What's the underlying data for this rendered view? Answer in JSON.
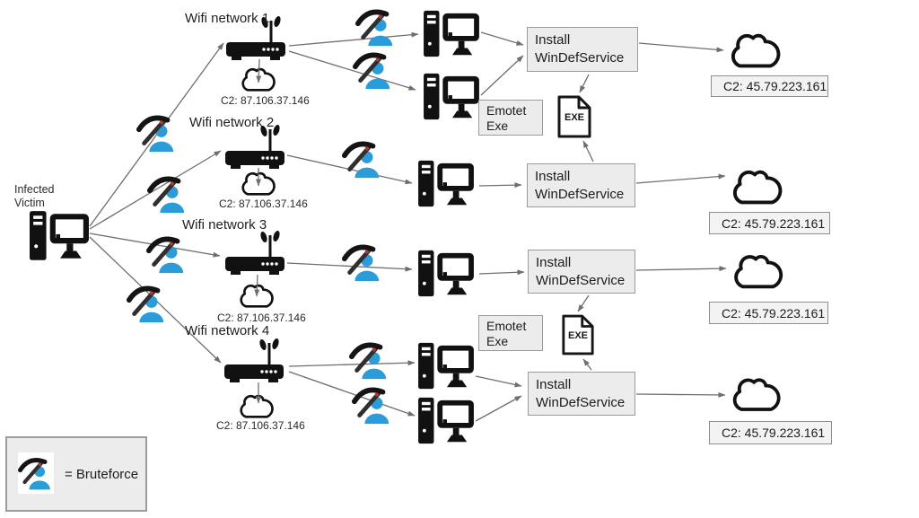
{
  "victim": {
    "label": "Infected\nVictim"
  },
  "networks": [
    {
      "label": "Wifi network 1",
      "router_c2": "C2: 87.106.37.146"
    },
    {
      "label": "Wifi network 2",
      "router_c2": "C2: 87.106.37.146"
    },
    {
      "label": "Wifi network 3",
      "router_c2": "C2: 87.106.37.146"
    },
    {
      "label": "Wifi network 4",
      "router_c2": "C2: 87.106.37.146"
    }
  ],
  "install_boxes": [
    "Install\nWinDefService",
    "Install\nWinDefService",
    "Install\nWinDefService",
    "Install\nWinDefService"
  ],
  "emotet_boxes": [
    "Emotet\nExe",
    "Emotet\nExe"
  ],
  "exe_files": [
    "EXE",
    "EXE"
  ],
  "c2_servers": [
    "C2: 45.79.223.161",
    "C2: 45.79.223.161",
    "C2: 45.79.223.161",
    "C2: 45.79.223.161"
  ],
  "legend": {
    "label": "= Bruteforce"
  },
  "icons": {
    "bruteforce": "pickaxe-user",
    "router": "wifi-router",
    "computer": "desktop-computer",
    "cloud": "cloud",
    "exe": "exe-file-document"
  },
  "colors": {
    "bruteforce_blue": "#2B9CD8",
    "box_fill": "#ececec",
    "box_border": "#9c9c9c",
    "arrow_gray": "#6e6e6e",
    "icon_black": "#111111"
  }
}
